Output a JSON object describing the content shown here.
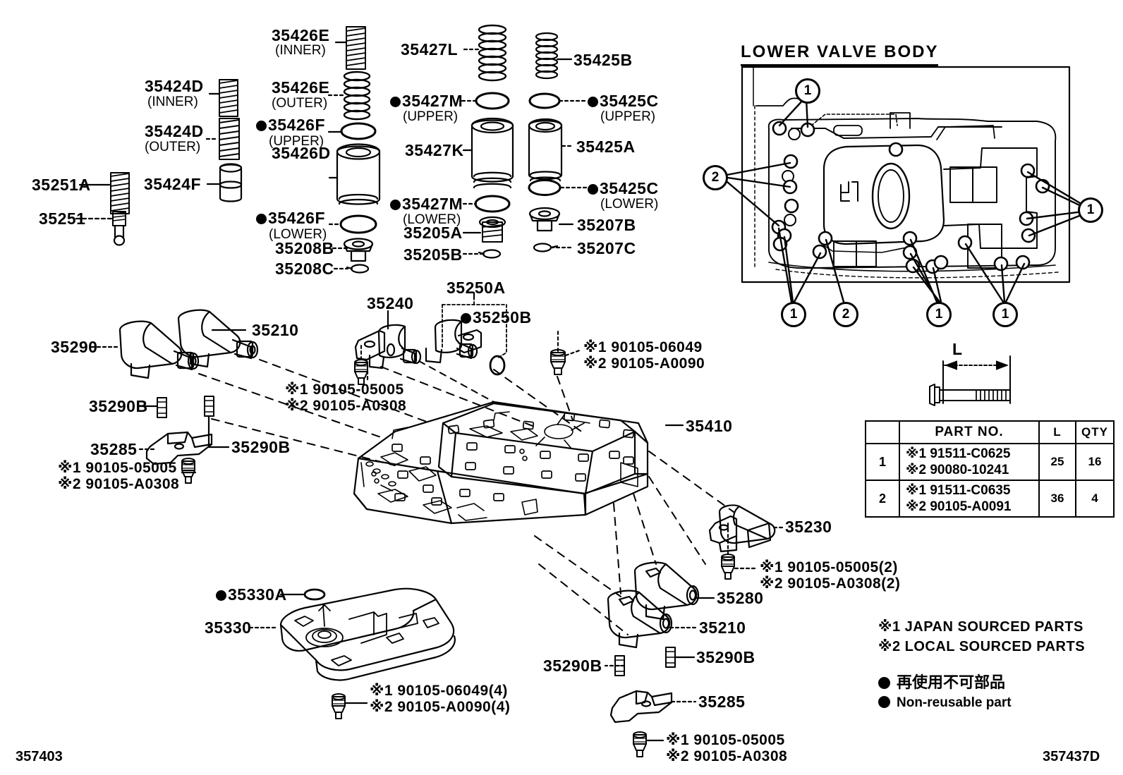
{
  "diagram": {
    "figure_id_left": "357403",
    "figure_id_right": "357437D",
    "valve_body_title": "LOWER  VALVE  BODY"
  },
  "parts": {
    "p35251A": "35251A",
    "p35251": "35251",
    "p35424D_inner": "35424D",
    "p35424D_inner_sub": "(INNER)",
    "p35424D_outer": "35424D",
    "p35424D_outer_sub": "(OUTER)",
    "p35424F": "35424F",
    "p35426E_inner": "35426E",
    "p35426E_inner_sub": "(INNER)",
    "p35426E_outer": "35426E",
    "p35426E_outer_sub": "(OUTER)",
    "p35426F_upper": "35426F",
    "p35426F_upper_sub": "(UPPER)",
    "p35426D": "35426D",
    "p35426F_lower": "35426F",
    "p35426F_lower_sub": "(LOWER)",
    "p35208B": "35208B",
    "p35208C": "35208C",
    "p35427L": "35427L",
    "p35427M_upper": "35427M",
    "p35427M_upper_sub": "(UPPER)",
    "p35427K": "35427K",
    "p35427M_lower": "35427M",
    "p35427M_lower_sub": "(LOWER)",
    "p35205A": "35205A",
    "p35205B": "35205B",
    "p35425B": "35425B",
    "p35425C_upper": "35425C",
    "p35425C_upper_sub": "(UPPER)",
    "p35425A": "35425A",
    "p35425C_lower": "35425C",
    "p35425C_lower_sub": "(LOWER)",
    "p35207B": "35207B",
    "p35207C": "35207C",
    "p35290_top": "35290",
    "p35210_top": "35210",
    "p35290B_left": "35290B",
    "p35290B_mid": "35290B",
    "p35285_left": "35285",
    "p35240": "35240",
    "p35250A": "35250A",
    "p35250B": "35250B",
    "p35410": "35410",
    "p35230": "35230",
    "p35280": "35280",
    "p35210_low": "35210",
    "p35290B_lowleft": "35290B",
    "p35290B_lowright": "35290B",
    "p35285_low": "35285",
    "p35330A": "35330A",
    "p35330": "35330"
  },
  "bolts": {
    "b1_j": "※1 90105-05005",
    "b1_l": "※2 90105-A0308",
    "b2_j": "※1 90105-05005",
    "b2_l": "※2 90105-A0308",
    "b3_j": "※1 90105-06049",
    "b3_l": "※2 90105-A0090",
    "b4_j": "※1 90105-05005(2)",
    "b4_l": "※2 90105-A0308(2)",
    "b5_j": "※1 90105-06049(4)",
    "b5_l": "※2 90105-A0090(4)",
    "b6_j": "※1 90105-05005",
    "b6_l": "※2 90105-A0308"
  },
  "bolt_table": {
    "dim_label": "L",
    "headers": [
      "",
      "PART NO.",
      "L",
      "QTY"
    ],
    "rows": [
      {
        "idx": "1",
        "part_japan": "※1 91511-C0625",
        "part_local": "※2 90080-10241",
        "L": "25",
        "qty": "16"
      },
      {
        "idx": "2",
        "part_japan": "※1 91511-C0635",
        "part_local": "※2 90105-A0091",
        "L": "36",
        "qty": "4"
      }
    ]
  },
  "legend": {
    "note1": "※1  JAPAN SOURCED PARTS",
    "note2": "※2  LOCAL SOURCED PARTS",
    "nonreusable_jp": "再使用不可部品",
    "nonreusable_en": "Non-reusable part"
  },
  "callouts": {
    "vb": [
      "1",
      "2",
      "1",
      "1",
      "2",
      "1",
      "1"
    ]
  },
  "colors": {
    "ink": "#000000",
    "paper": "#ffffff"
  }
}
